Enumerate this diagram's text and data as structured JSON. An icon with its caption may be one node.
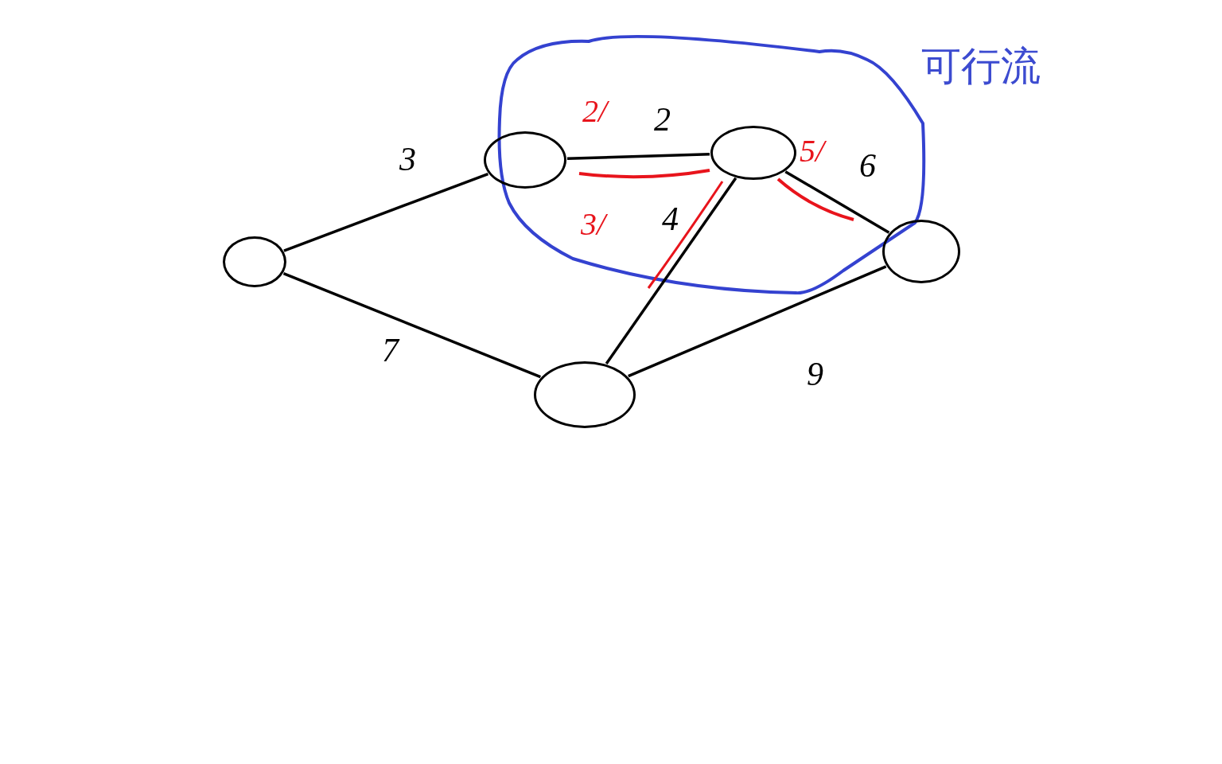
{
  "diagram": {
    "nodes": [
      {
        "text": [],
        "shape": "circle"
      },
      {
        "text": [],
        "shape": "circle"
      },
      {
        "text": [],
        "shape": "circle"
      },
      {
        "text": [],
        "shape": "circle"
      },
      {
        "text": [],
        "shape": "circle"
      }
    ],
    "edges": [
      {
        "from": 0,
        "to": 1,
        "arrow": "none",
        "label": "3"
      },
      {
        "from": 0,
        "to": 4,
        "arrow": "none",
        "label": "7"
      },
      {
        "from": 1,
        "to": 2,
        "arrow": "none",
        "label": "2"
      },
      {
        "from": 2,
        "to": 4,
        "arrow": "none",
        "label": "4"
      },
      {
        "from": 2,
        "to": 3,
        "arrow": "none",
        "label": "6"
      },
      {
        "from": 4,
        "to": 3,
        "arrow": "none",
        "label": "9"
      }
    ],
    "labels": [
      "可行流",
      "2/",
      "3/",
      "5/"
    ]
  }
}
